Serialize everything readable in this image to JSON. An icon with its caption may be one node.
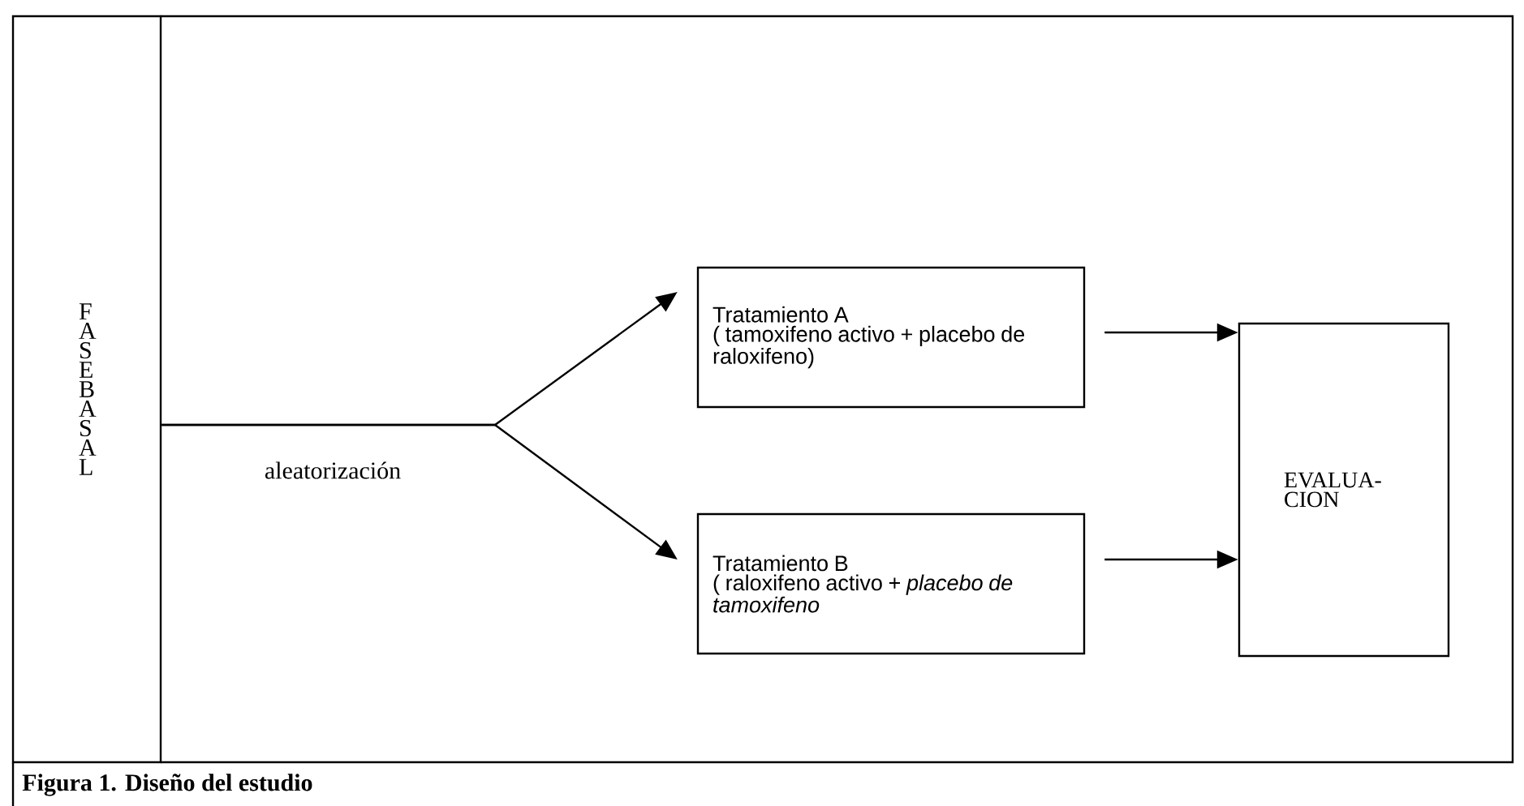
{
  "diagram": {
    "caption": "Figura 1. Diseño del estudio",
    "nodes": [
      {
        "text": [
          "F A S E B A S A L"
        ]
      },
      {
        "text": [
          "Tratamiento A",
          "( tamoxifeno activo + placebo de raloxifeno)"
        ]
      },
      {
        "text": [
          "Tratamiento B",
          "( raloxifeno activo + *placebo de tamoxifeno*"
        ]
      },
      {
        "text": [
          "EVALUA- CION"
        ]
      }
    ],
    "edges": [
      {
        "from": 0,
        "to": 1,
        "arrow": "to",
        "label": "aleatorización"
      },
      {
        "from": 0,
        "to": 2,
        "arrow": "to"
      },
      {
        "from": 1,
        "to": 3,
        "arrow": "to"
      },
      {
        "from": 2,
        "to": 3,
        "arrow": "to"
      }
    ]
  }
}
